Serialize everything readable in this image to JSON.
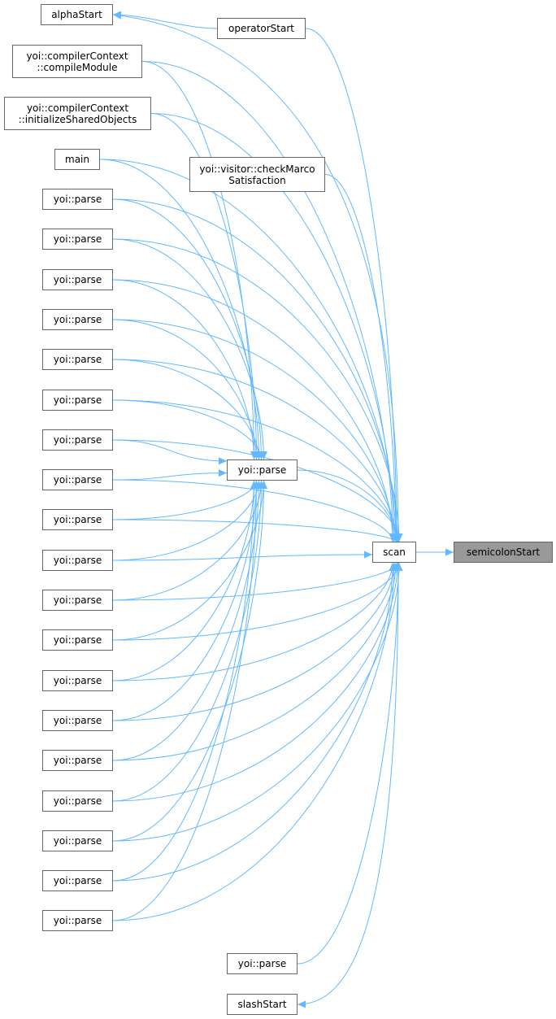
{
  "nodes": {
    "alphaStart": "alphaStart",
    "operatorStart": "operatorStart",
    "compileModule": "yoi::compilerContext\n::compileModule",
    "initShared": "yoi::compilerContext\n::initializeSharedObjects",
    "main": "main",
    "checkMarco": "yoi::visitor::checkMarco\nSatisfaction",
    "midParse": "yoi::parse",
    "scan": "scan",
    "semicolonStart": "semicolonStart",
    "bottomParse": "yoi::parse",
    "slashStart": "slashStart",
    "parse_list": [
      "yoi::parse",
      "yoi::parse",
      "yoi::parse",
      "yoi::parse",
      "yoi::parse",
      "yoi::parse",
      "yoi::parse",
      "yoi::parse",
      "yoi::parse",
      "yoi::parse",
      "yoi::parse",
      "yoi::parse",
      "yoi::parse",
      "yoi::parse",
      "yoi::parse",
      "yoi::parse",
      "yoi::parse",
      "yoi::parse",
      "yoi::parse"
    ]
  },
  "colors": {
    "edge": "#63b8ff",
    "highlight": "#999999",
    "border": "#666666"
  }
}
